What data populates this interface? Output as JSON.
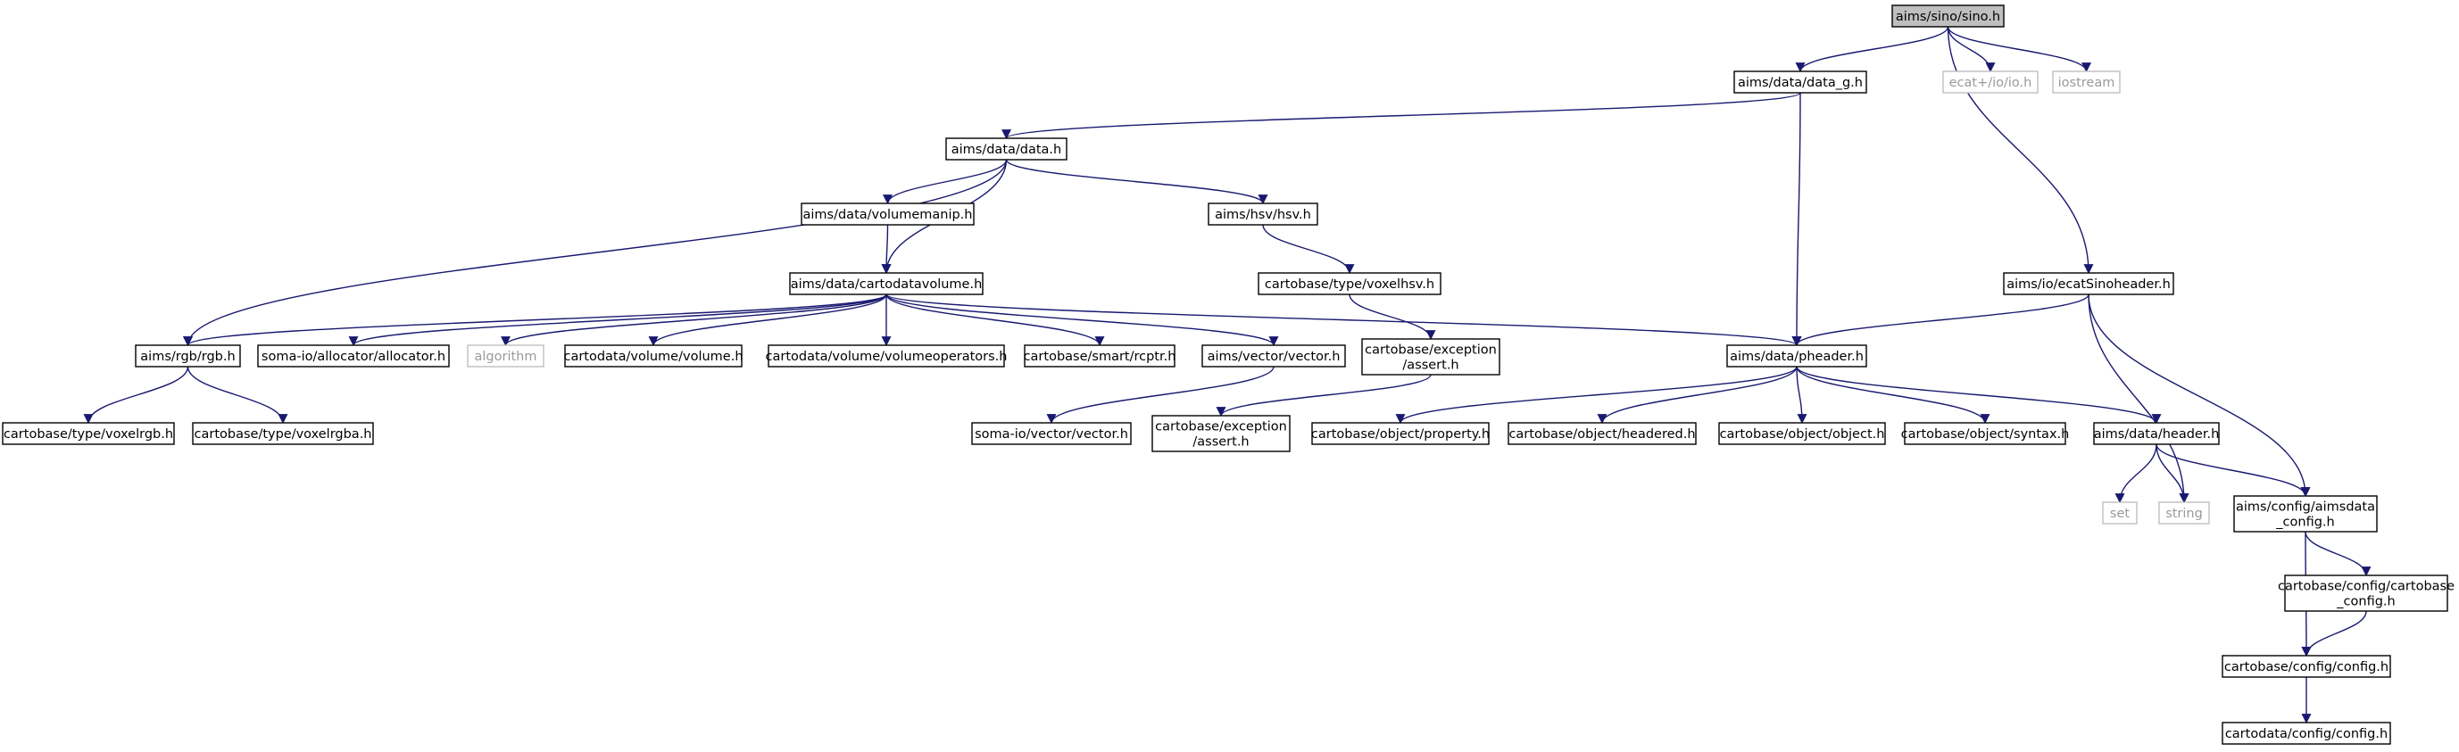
{
  "colors": {
    "edge": "#191970",
    "node_border": "#000000",
    "root_fill": "#bfbfbf",
    "external_border": "#bfbfbf",
    "external_text": "#9a9a9a"
  },
  "nodes": [
    {
      "id": "sino",
      "label": "aims/sino/sino.h",
      "kind": "root"
    },
    {
      "id": "data_g",
      "label": "aims/data/data_g.h",
      "kind": "file"
    },
    {
      "id": "ecatio",
      "label": "ecat+/io/io.h",
      "kind": "external"
    },
    {
      "id": "iostream",
      "label": "iostream",
      "kind": "external"
    },
    {
      "id": "datah",
      "label": "aims/data/data.h",
      "kind": "file"
    },
    {
      "id": "volmanip",
      "label": "aims/data/volumemanip.h",
      "kind": "file"
    },
    {
      "id": "hsv",
      "label": "aims/hsv/hsv.h",
      "kind": "file"
    },
    {
      "id": "voxelhsv",
      "label": "cartobase/type/voxelhsv.h",
      "kind": "file"
    },
    {
      "id": "ecatsino",
      "label": "aims/io/ecatSinoheader.h",
      "kind": "file"
    },
    {
      "id": "cdv",
      "label": "aims/data/cartodatavolume.h",
      "kind": "file"
    },
    {
      "id": "rgb",
      "label": "aims/rgb/rgb.h",
      "kind": "file"
    },
    {
      "id": "alloc",
      "label": "soma-io/allocator/allocator.h",
      "kind": "file"
    },
    {
      "id": "algorithm",
      "label": "algorithm",
      "kind": "external"
    },
    {
      "id": "volume",
      "label": "cartodata/volume/volume.h",
      "kind": "file"
    },
    {
      "id": "volops",
      "label": "cartodata/volume/volumeoperators.h",
      "kind": "file"
    },
    {
      "id": "rcptr",
      "label": "cartobase/smart/rcptr.h",
      "kind": "file"
    },
    {
      "id": "vector",
      "label": "aims/vector/vector.h",
      "kind": "file"
    },
    {
      "id": "assert1",
      "label": "cartobase/exception\n/assert.h",
      "kind": "file"
    },
    {
      "id": "pheader",
      "label": "aims/data/pheader.h",
      "kind": "file"
    },
    {
      "id": "voxelrgb",
      "label": "cartobase/type/voxelrgb.h",
      "kind": "file"
    },
    {
      "id": "voxelrgba",
      "label": "cartobase/type/voxelrgba.h",
      "kind": "file"
    },
    {
      "id": "somavec",
      "label": "soma-io/vector/vector.h",
      "kind": "file"
    },
    {
      "id": "assert2",
      "label": "cartobase/exception\n/assert.h",
      "kind": "file"
    },
    {
      "id": "property",
      "label": "cartobase/object/property.h",
      "kind": "file"
    },
    {
      "id": "headered",
      "label": "cartobase/object/headered.h",
      "kind": "file"
    },
    {
      "id": "object",
      "label": "cartobase/object/object.h",
      "kind": "file"
    },
    {
      "id": "syntax",
      "label": "cartobase/object/syntax.h",
      "kind": "file"
    },
    {
      "id": "header",
      "label": "aims/data/header.h",
      "kind": "file"
    },
    {
      "id": "set",
      "label": "set",
      "kind": "external"
    },
    {
      "id": "string",
      "label": "string",
      "kind": "external"
    },
    {
      "id": "aimsdataconfig",
      "label": "aims/config/aimsdata\n_config.h",
      "kind": "file"
    },
    {
      "id": "cartobaseconfig",
      "label": "cartobase/config/cartobase\n_config.h",
      "kind": "file"
    },
    {
      "id": "cbconfig",
      "label": "cartobase/config/config.h",
      "kind": "file"
    },
    {
      "id": "cdconfig",
      "label": "cartodata/config/config.h",
      "kind": "file"
    }
  ],
  "edges": [
    {
      "from": "sino",
      "to": "data_g"
    },
    {
      "from": "sino",
      "to": "ecatio"
    },
    {
      "from": "sino",
      "to": "iostream"
    },
    {
      "from": "sino",
      "to": "ecatsino"
    },
    {
      "from": "data_g",
      "to": "datah"
    },
    {
      "from": "data_g",
      "to": "pheader"
    },
    {
      "from": "datah",
      "to": "volmanip"
    },
    {
      "from": "datah",
      "to": "hsv"
    },
    {
      "from": "datah",
      "to": "cdv"
    },
    {
      "from": "datah",
      "to": "rgb"
    },
    {
      "from": "volmanip",
      "to": "cdv"
    },
    {
      "from": "hsv",
      "to": "voxelhsv"
    },
    {
      "from": "voxelhsv",
      "to": "assert1"
    },
    {
      "from": "cdv",
      "to": "rgb"
    },
    {
      "from": "cdv",
      "to": "alloc"
    },
    {
      "from": "cdv",
      "to": "algorithm"
    },
    {
      "from": "cdv",
      "to": "volume"
    },
    {
      "from": "cdv",
      "to": "volops"
    },
    {
      "from": "cdv",
      "to": "rcptr"
    },
    {
      "from": "cdv",
      "to": "vector"
    },
    {
      "from": "cdv",
      "to": "pheader"
    },
    {
      "from": "rgb",
      "to": "voxelrgb"
    },
    {
      "from": "rgb",
      "to": "voxelrgba"
    },
    {
      "from": "vector",
      "to": "somavec"
    },
    {
      "from": "assert1",
      "to": "assert2"
    },
    {
      "from": "ecatsino",
      "to": "pheader"
    },
    {
      "from": "ecatsino",
      "to": "string"
    },
    {
      "from": "ecatsino",
      "to": "aimsdataconfig"
    },
    {
      "from": "pheader",
      "to": "property"
    },
    {
      "from": "pheader",
      "to": "headered"
    },
    {
      "from": "pheader",
      "to": "object"
    },
    {
      "from": "pheader",
      "to": "syntax"
    },
    {
      "from": "pheader",
      "to": "header"
    },
    {
      "from": "header",
      "to": "set"
    },
    {
      "from": "header",
      "to": "string"
    },
    {
      "from": "header",
      "to": "aimsdataconfig"
    },
    {
      "from": "aimsdataconfig",
      "to": "cartobaseconfig"
    },
    {
      "from": "aimsdataconfig",
      "to": "cbconfig"
    },
    {
      "from": "cartobaseconfig",
      "to": "cbconfig"
    },
    {
      "from": "cbconfig",
      "to": "cdconfig"
    }
  ]
}
